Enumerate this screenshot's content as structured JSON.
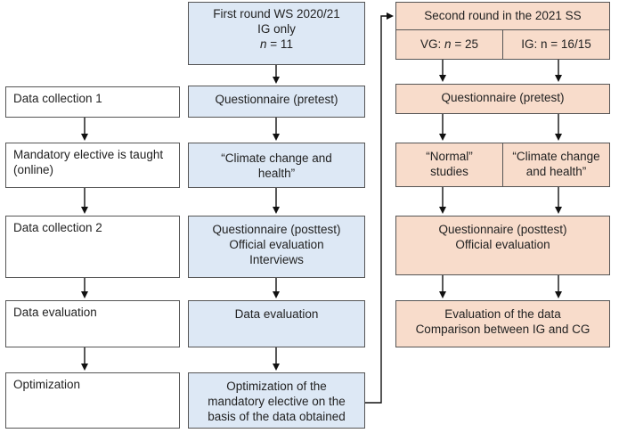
{
  "left_column": [
    {
      "id": "lc1",
      "label": "Data collection 1"
    },
    {
      "id": "lc2",
      "label": "Mandatory elective is taught (online)"
    },
    {
      "id": "lc3",
      "label": "Data collection 2"
    },
    {
      "id": "lc4",
      "label": "Data evaluation"
    },
    {
      "id": "lc5",
      "label": "Optimization"
    }
  ],
  "middle_column": {
    "header": {
      "line1": "First round WS 2020/21",
      "line2": "IG only",
      "n_symbol": "n",
      "n_value": " = 11"
    },
    "steps": [
      {
        "lines": [
          "Questionnaire (pretest)"
        ]
      },
      {
        "lines": [
          "“Climate change and",
          "health”"
        ]
      },
      {
        "lines": [
          "Questionnaire (posttest)",
          "Official evaluation",
          "Interviews"
        ]
      },
      {
        "lines": [
          "Data evaluation"
        ]
      },
      {
        "lines": [
          "Optimization of the",
          "mandatory elective on the",
          "basis of the data obtained"
        ]
      }
    ]
  },
  "right_column": {
    "header": "Second round in the 2021 SS",
    "vg": {
      "prefix": "VG: ",
      "n_symbol": "n",
      "value": " = 25"
    },
    "ig": {
      "label": "IG: n = 16/15"
    },
    "pretest": "Questionnaire (pretest)",
    "normal": [
      "“Normal”",
      "studies"
    ],
    "climate": [
      "“Climate change",
      "and health”"
    ],
    "posttest": [
      "Questionnaire (posttest)",
      "Official evaluation"
    ],
    "evaluation": [
      "Evaluation of the data",
      "Comparison between IG and CG"
    ]
  }
}
